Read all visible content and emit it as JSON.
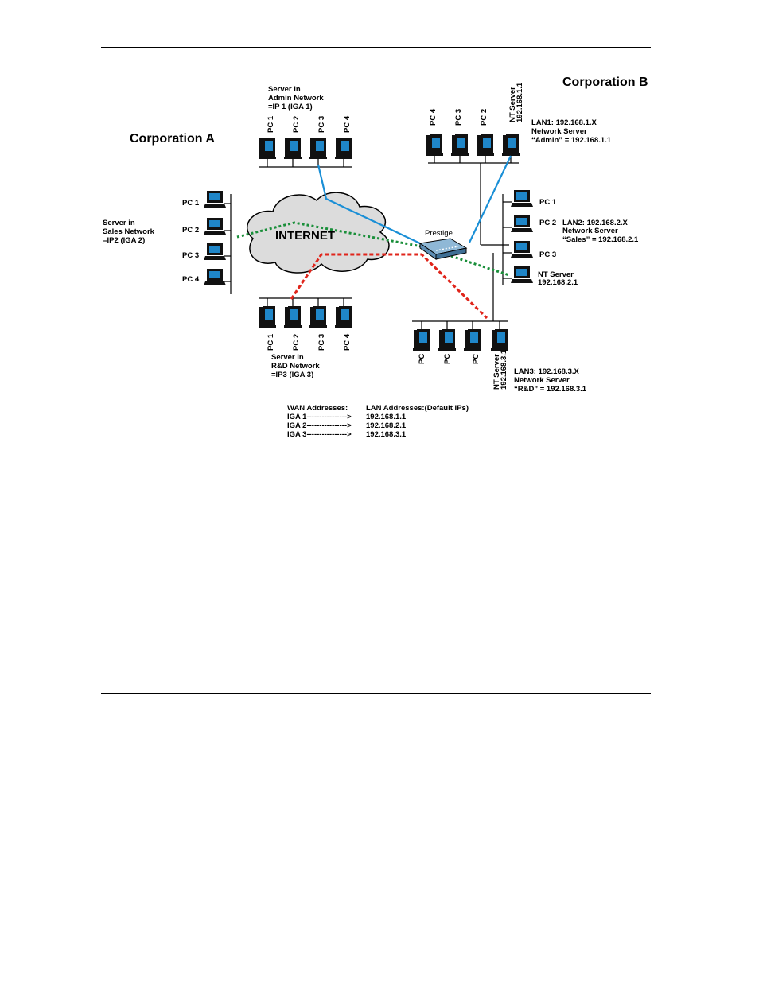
{
  "corporation_a": "Corporation A",
  "corporation_b": "Corporation B",
  "internet": "INTERNET",
  "router": "Prestige",
  "admin_server": [
    "Server in",
    "Admin Network",
    "=IP 1 (IGA 1)"
  ],
  "sales_server": [
    "Server in",
    "Sales Network",
    "=IP2 (IGA 2)"
  ],
  "rd_server": [
    "Server in",
    "R&D Network",
    "=IP3 (IGA 3)"
  ],
  "corp_a_top_pcs": [
    "PC 1",
    "PC 2",
    "PC 3",
    "PC 4"
  ],
  "corp_a_left_pcs": [
    "PC 1",
    "PC 2",
    "PC 3",
    "PC 4"
  ],
  "corp_a_bottom_pcs": [
    "PC 1",
    "PC 2",
    "PC 3",
    "PC 4"
  ],
  "lan1_pcs": [
    "PC 4",
    "PC 3",
    "PC 2"
  ],
  "lan1_nt_server": [
    "NT Server",
    "192.168.1.1"
  ],
  "lan1_info": [
    "LAN1: 192.168.1.X",
    "Network Server",
    "“Admin” = 192.168.1.1"
  ],
  "lan2_pcs": [
    "PC 1",
    "PC 2",
    "PC 3"
  ],
  "lan2_nt_server": [
    "NT Server",
    "192.168.2.1"
  ],
  "lan2_info": [
    "LAN2: 192.168.2.X",
    "Network Server",
    "“Sales” = 192.168.2.1"
  ],
  "lan3_pcs": [
    "PC",
    "PC",
    "PC"
  ],
  "lan3_nt_server": [
    "NT Server",
    "192.168.3.1"
  ],
  "lan3_info": [
    "LAN3: 192.168.3.X",
    "Network Server",
    "“R&D” = 192.168.3.1"
  ],
  "address_table": {
    "wan_header": "WAN Addresses:",
    "lan_header": "LAN Addresses:(Default IPs)",
    "rows": [
      {
        "wan": "IGA 1---------------->",
        "lan": "192.168.1.1"
      },
      {
        "wan": "IGA 2---------------->",
        "lan": "192.168.2.1"
      },
      {
        "wan": "IGA 3---------------->",
        "lan": "192.168.3.1"
      }
    ]
  },
  "colors": {
    "admin_link": "#1a8fd6",
    "sales_link": "#1a8f3a",
    "rd_link": "#e0251b"
  }
}
